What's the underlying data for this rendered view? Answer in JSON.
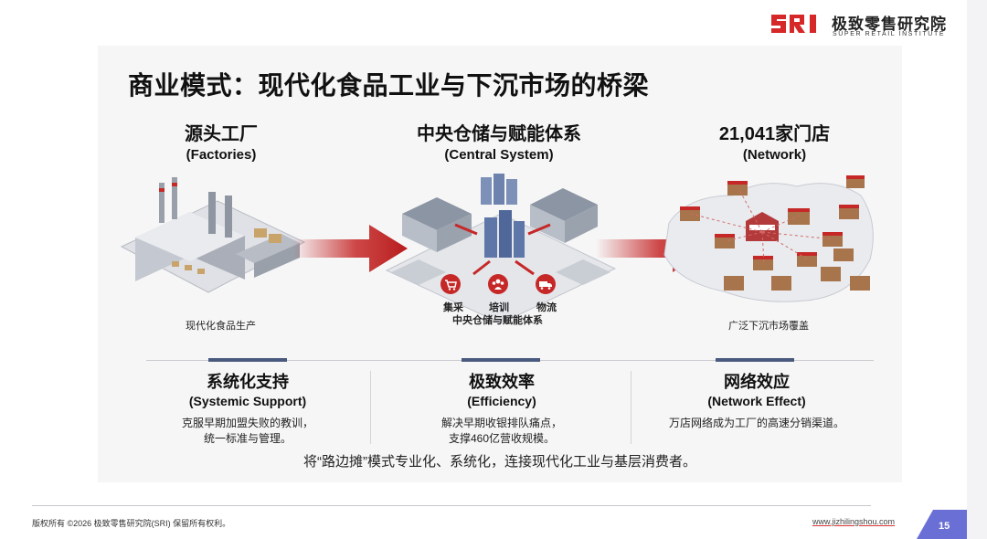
{
  "logo": {
    "mark": "SRI",
    "name_cn": "极致零售研究院",
    "name_en": "SUPER RETAIL INSTITUTE",
    "brand_color": "#d62828"
  },
  "slide": {
    "title": "商业模式：现代化食品工业与下沉市场的桥梁",
    "columns": [
      {
        "title_cn": "源头工厂",
        "title_en": "(Factories)",
        "caption": "现代化食品生产",
        "illustration": "factory-illustration"
      },
      {
        "title_cn": "中央仓储与赋能体系",
        "title_en": "(Central System)",
        "caption": "中央仓储与赋能体系",
        "illustration": "warehouse-hub-illustration",
        "icons": [
          {
            "label": "集采",
            "icon": "cart-icon"
          },
          {
            "label": "培训",
            "icon": "people-icon"
          },
          {
            "label": "物流",
            "icon": "truck-icon"
          }
        ]
      },
      {
        "title_cn": "21,041家门店",
        "title_en": "(Network)",
        "caption": "广泛下沉市场覆盖",
        "illustration": "store-map-illustration"
      }
    ],
    "features": [
      {
        "title_cn": "系统化支持",
        "title_en": "(Systemic Support)",
        "desc_1": "克服早期加盟失败的教训，",
        "desc_2": "统一标准与管理。"
      },
      {
        "title_cn": "极致效率",
        "title_en": "(Efficiency)",
        "desc_1": "解决早期收银排队痛点，",
        "desc_2": "支撑460亿营收规模。"
      },
      {
        "title_cn": "网络效应",
        "title_en": "(Network Effect)",
        "desc_1": "万店网络成为工厂的高速分销渠道。",
        "desc_2": ""
      }
    ],
    "summary": "将“路边摊”模式专业化、系统化，连接现代化工业与基层消费者。",
    "arrow_color": "#c62828",
    "accent_bar_color": "#4a5a7e"
  },
  "footer": {
    "copyright": "版权所有 ©2026  极致零售研究院(SRI)  保留所有权利。",
    "website": "www.jizhilingshou.com",
    "page_number": "15",
    "page_badge_color": "#6a6fd6"
  }
}
